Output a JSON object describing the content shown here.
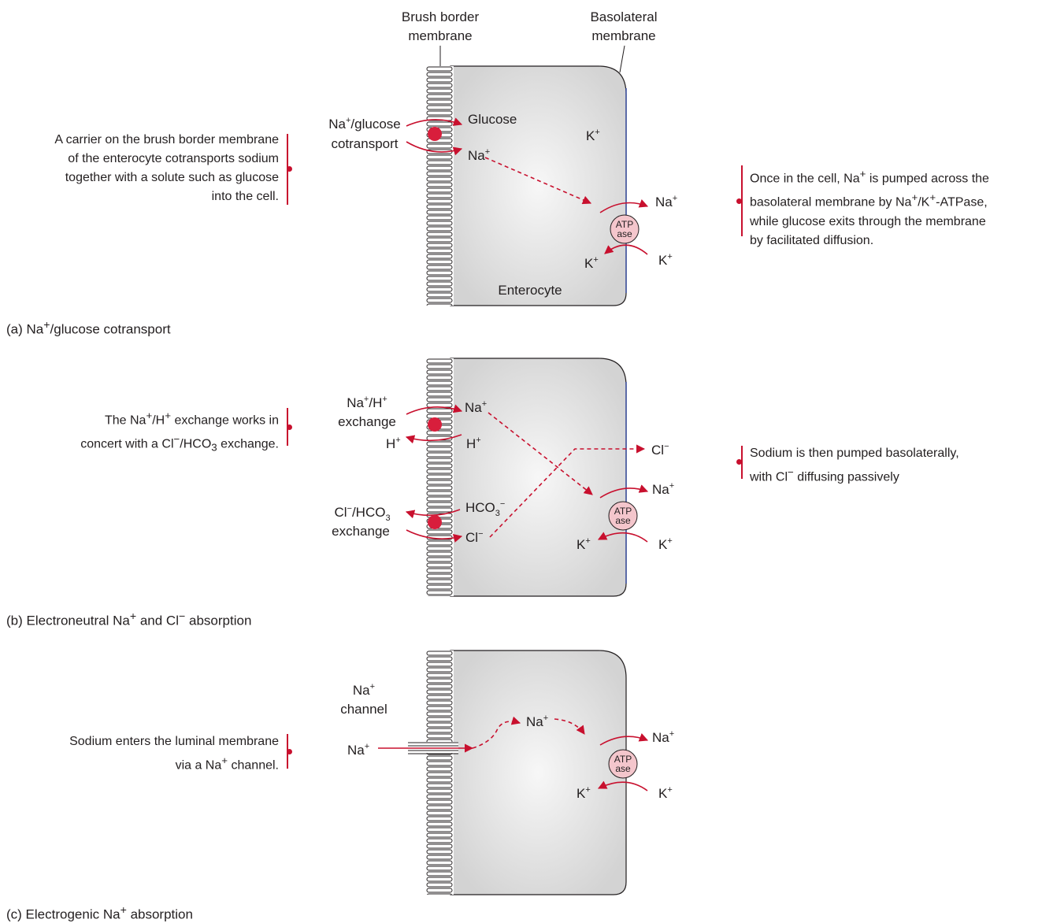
{
  "header": {
    "brush_border_line1": "Brush border",
    "brush_border_line2": "membrane",
    "basolateral_line1": "Basolateral",
    "basolateral_line2": "membrane"
  },
  "panel_a": {
    "caption_prefix": "(a) Na",
    "caption_sup": "+",
    "caption_suffix": "/glucose cotransport",
    "left_note": [
      "A carrier on the brush border membrane",
      "of the enterocyte cotransports sodium",
      "together with a solute such as glucose",
      "into the cell."
    ],
    "right_note_l1a": "Once in the cell, Na",
    "right_note_l1b": " is pumped across the",
    "right_note_l2a": "basolateral membrane by Na",
    "right_note_l2b": "/K",
    "right_note_l2c": "-ATPase,",
    "right_note_l3": "while glucose exits through the membrane",
    "right_note_l4": "by facilitated diffusion.",
    "cotransport_line1a": "Na",
    "cotransport_line1b": "/glucose",
    "cotransport_line2": "cotransport",
    "glucose": "Glucose",
    "na": "Na",
    "k": "K",
    "cell_name": "Enterocyte",
    "atp1": "ATP",
    "atp2": "ase"
  },
  "panel_b": {
    "caption_a": "(b) Electroneutral Na",
    "caption_b": " and Cl",
    "caption_c": " absorption",
    "left_note_l1a": "The Na",
    "left_note_l1b": "/H",
    "left_note_l1c": " exchange works in",
    "left_note_l2a": "concert with a Cl",
    "left_note_l2b": "/HCO",
    "left_note_l2c": " exchange.",
    "right_note_l1": "Sodium is then pumped basolaterally,",
    "right_note_l2a": "with Cl",
    "right_note_l2b": " diffusing passively",
    "exch1_line1a": "Na",
    "exch1_line1b": "/H",
    "exch1_line2": "exchange",
    "exch2_line1a": "Cl",
    "exch2_line1b": "/HCO",
    "exch2_line2": "exchange",
    "na": "Na",
    "h": "H",
    "hco": "HCO",
    "cl": "Cl",
    "k": "K",
    "atp1": "ATP",
    "atp2": "ase"
  },
  "panel_c": {
    "caption_a": "(c) Electrogenic Na",
    "caption_b": " absorption",
    "left_note_l1": "Sodium enters the luminal membrane",
    "left_note_l2a": "via a Na",
    "left_note_l2b": " channel.",
    "channel_line1": "Na",
    "channel_line2": "channel",
    "na": "Na",
    "k": "K",
    "atp1": "ATP",
    "atp2": "ase"
  },
  "symbols": {
    "plus": "+",
    "minus": "−",
    "sub3": "3"
  },
  "colors": {
    "accent_red": "#c8102e",
    "cell_gray": "#d9d9d9",
    "pump_pink": "#f4c6cc",
    "basolateral_blue": "#3a4fa0"
  }
}
